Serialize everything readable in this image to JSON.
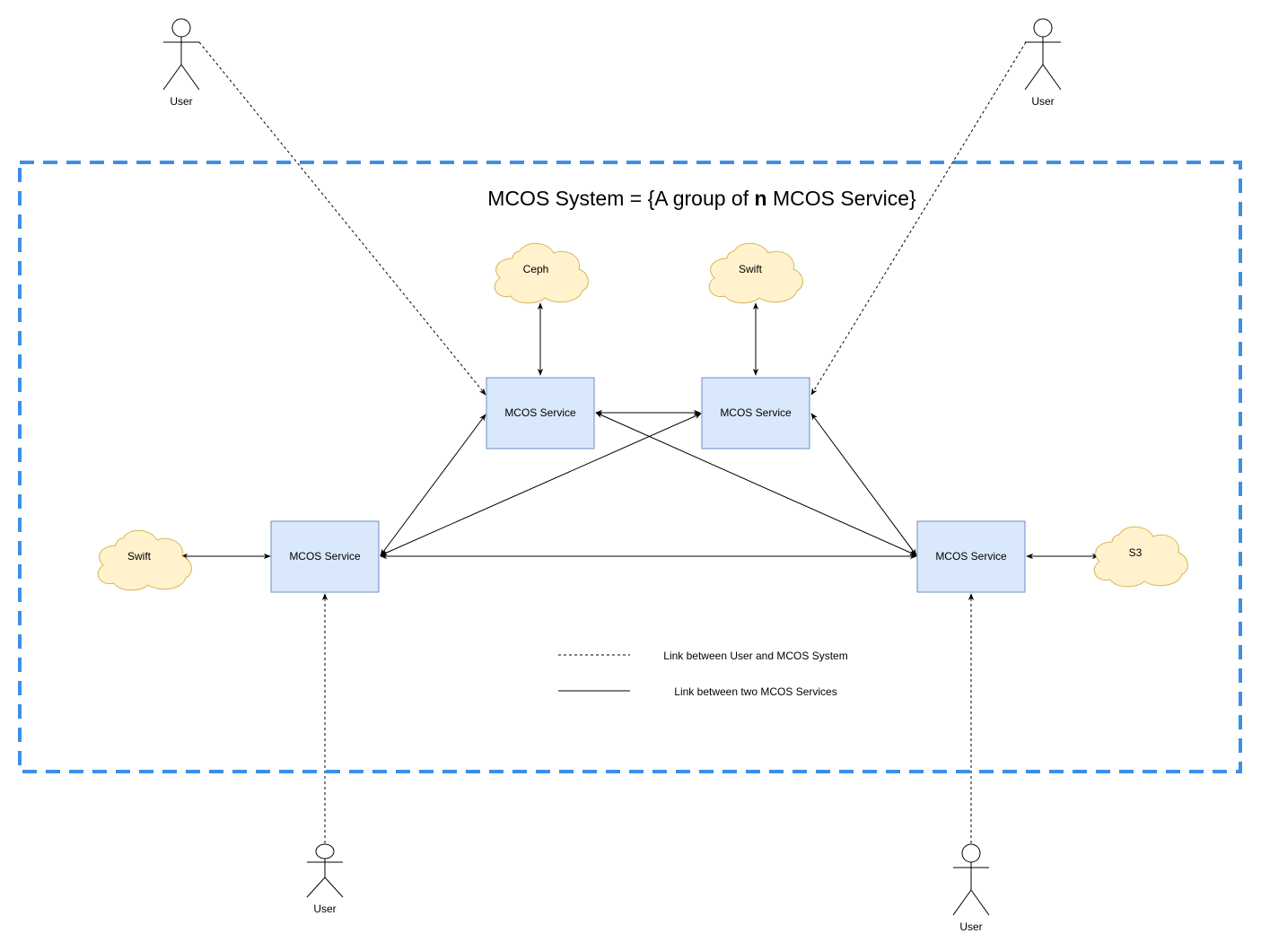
{
  "title": {
    "prefix": "MCOS System = {A group of ",
    "bold": "n",
    "suffix": " MCOS Service}"
  },
  "services": [
    {
      "id": "top-left",
      "label": "MCOS Service"
    },
    {
      "id": "top-right",
      "label": "MCOS Service"
    },
    {
      "id": "left",
      "label": "MCOS Service"
    },
    {
      "id": "right",
      "label": "MCOS Service"
    }
  ],
  "storages": [
    {
      "id": "ceph",
      "label": "Ceph"
    },
    {
      "id": "swift-top",
      "label": "Swift"
    },
    {
      "id": "swift-left",
      "label": "Swift"
    },
    {
      "id": "s3",
      "label": "S3"
    }
  ],
  "users": [
    {
      "id": "user-top-left",
      "label": "User"
    },
    {
      "id": "user-top-right",
      "label": "User"
    },
    {
      "id": "user-bottom-left",
      "label": "User"
    },
    {
      "id": "user-bottom-right",
      "label": "User"
    }
  ],
  "legend": {
    "dashed": "Link between User and MCOS System",
    "solid": "Link between two MCOS Services"
  },
  "colors": {
    "system_border": "#3c8fe6",
    "service_fill": "#dae8fc",
    "service_stroke": "#6c8ebf",
    "cloud_fill": "#fff2cc",
    "cloud_stroke": "#d6b656"
  }
}
